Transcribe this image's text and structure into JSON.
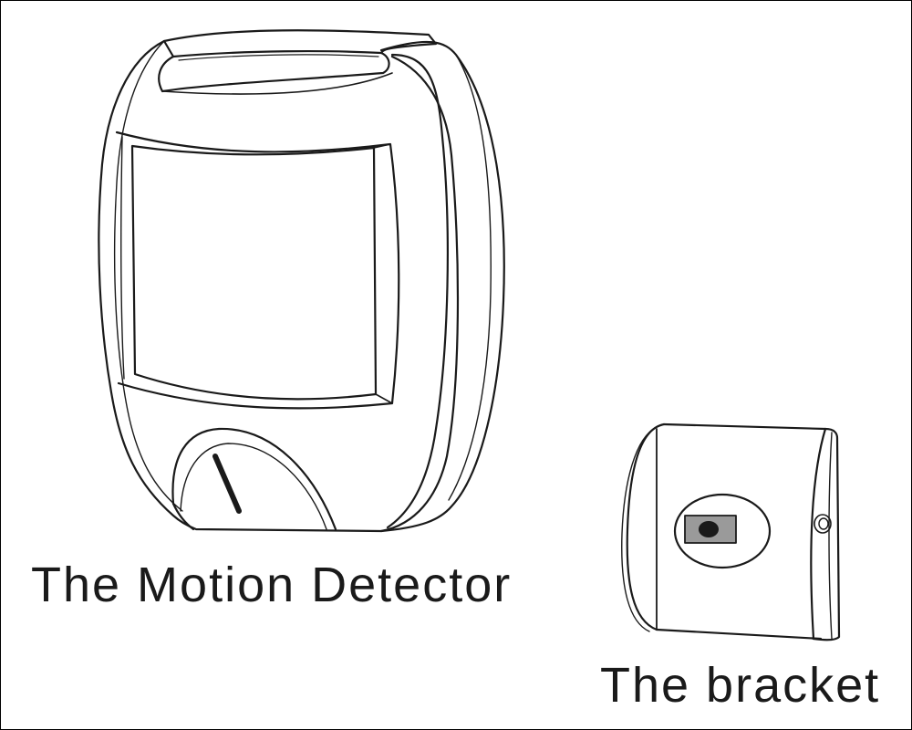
{
  "figure": {
    "items": [
      {
        "id": "motion-detector",
        "caption": "The Motion Detector",
        "icon": "motion-detector-illustration"
      },
      {
        "id": "bracket",
        "caption": "The bracket",
        "icon": "bracket-illustration"
      }
    ],
    "colors": {
      "line": "#1a1a1a",
      "background": "#ffffff",
      "slot_fill": "#9a9a9a"
    }
  }
}
